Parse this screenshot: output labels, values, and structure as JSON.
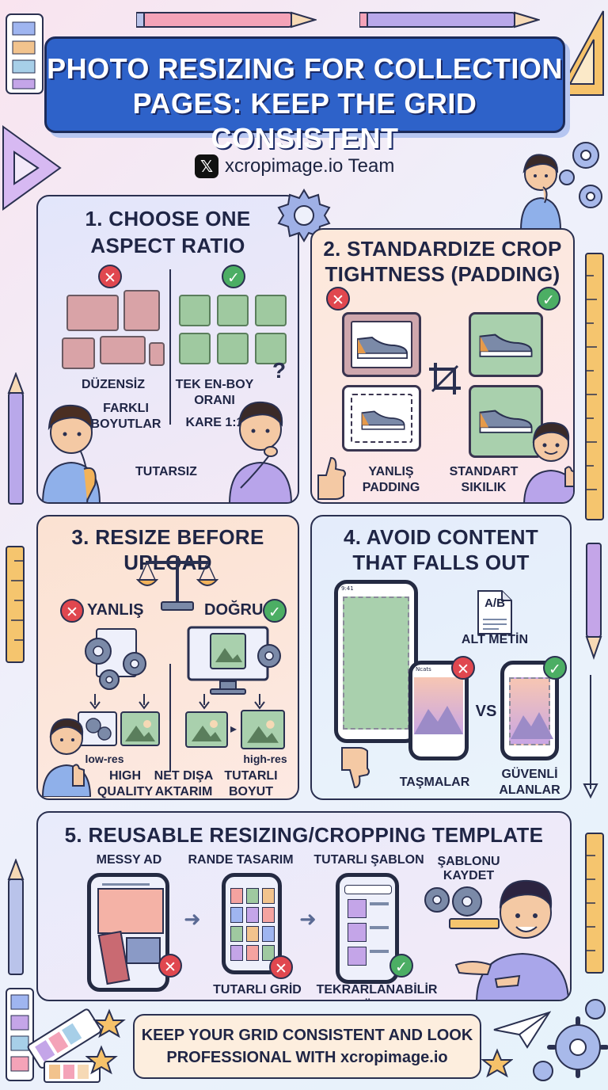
{
  "title": {
    "line1": "PHOTO RESIZING FOR COLLECTION",
    "line2": "PAGES: KEEP THE GRID CONSISTENT"
  },
  "author": {
    "logo_icon": "x-logo-icon",
    "text": "xcropimage.io Team"
  },
  "colors": {
    "title_bg": "#2e62c9",
    "bad": "#e0474f",
    "good": "#4cae64"
  },
  "panel1": {
    "title_line1": "1. CHOOSE ONE",
    "title_line2": "ASPECT RATIO",
    "left_line1": "DÜZENSİZ",
    "left_line2": "FARKLI",
    "left_line3": "BOYUTLAR",
    "right_line1": "TEK EN-BOY",
    "right_line2": "ORANI",
    "right_line3": "KARE 1:1",
    "bottom": "TUTARSIZ",
    "question": "?"
  },
  "panel2": {
    "title_line1": "2. STANDARDIZE CROP",
    "title_line2": "TIGHTNESS (PADDING)",
    "left_line1": "YANLIŞ",
    "left_line2": "PADDING",
    "right_line1": "STANDART",
    "right_line2": "SIKILIK"
  },
  "panel3": {
    "title": "3. RESIZE BEFORE UPLOAD",
    "wrong": "YANLIŞ",
    "right": "DOĞRU",
    "low_res": "low-res",
    "high_res": "high-res",
    "label1_line1": "HIGH",
    "label1_line2": "QUALITY",
    "label2_line1": "NET DIŞA",
    "label2_line2": "AKTARIM",
    "label3_line1": "TUTARLI",
    "label3_line2": "BOYUT"
  },
  "panel4": {
    "title_line1": "4. AVOID CONTENT",
    "title_line2": "THAT FALLS OUT",
    "ab": "A/B",
    "alt_text": "ALT METİN",
    "vs": "VS",
    "left_label": "TAŞMALAR",
    "right_line1": "GÜVENLİ",
    "right_line2": "ALANLAR",
    "phone_time": "9:41",
    "app_name": "Ncats"
  },
  "panel5": {
    "title": "5. REUSABLE RESIZING/CROPPING TEMPLATE",
    "step1": "MESSY AD",
    "step2": "RANDE TASARIM",
    "step3": "TUTARLI ŞABLON",
    "save_line1": "ŞABLONU",
    "save_line2": "KAYDET",
    "bottom1": "TUTARLI GRİD",
    "bottom2": "TEKRARLANABİLİR SÜREÇ"
  },
  "footer": {
    "line1": "KEEP YOUR GRID CONSISTENT AND LOOK",
    "line2": "PROFESSIONAL WITH xcropimage.io"
  }
}
